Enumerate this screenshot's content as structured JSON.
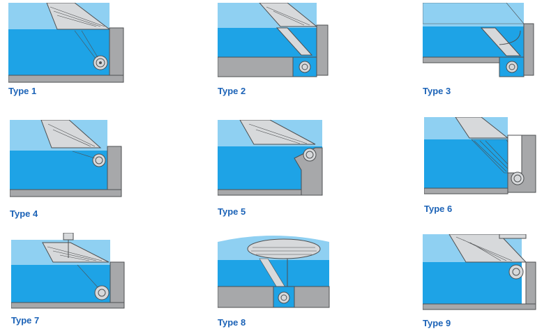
{
  "colors": {
    "sky": "#8fd0f2",
    "pool_water": "#1ea3e6",
    "concrete": "#a7a8aa",
    "concrete_dark": "#7d7f81",
    "slats": "#d7d9db",
    "outline": "#4d4f51",
    "label": "#1c63b7"
  },
  "icons": {
    "reel": "roller-reel-icon",
    "motor": "motor-box-icon",
    "arrow": "curved-arrow-icon"
  },
  "types": [
    {
      "id": 1,
      "label": "Type 1"
    },
    {
      "id": 2,
      "label": "Type 2"
    },
    {
      "id": 3,
      "label": "Type 3"
    },
    {
      "id": 4,
      "label": "Type 4"
    },
    {
      "id": 5,
      "label": "Type 5"
    },
    {
      "id": 6,
      "label": "Type 6"
    },
    {
      "id": 7,
      "label": "Type 7"
    },
    {
      "id": 8,
      "label": "Type 8"
    },
    {
      "id": 9,
      "label": "Type 9"
    }
  ]
}
